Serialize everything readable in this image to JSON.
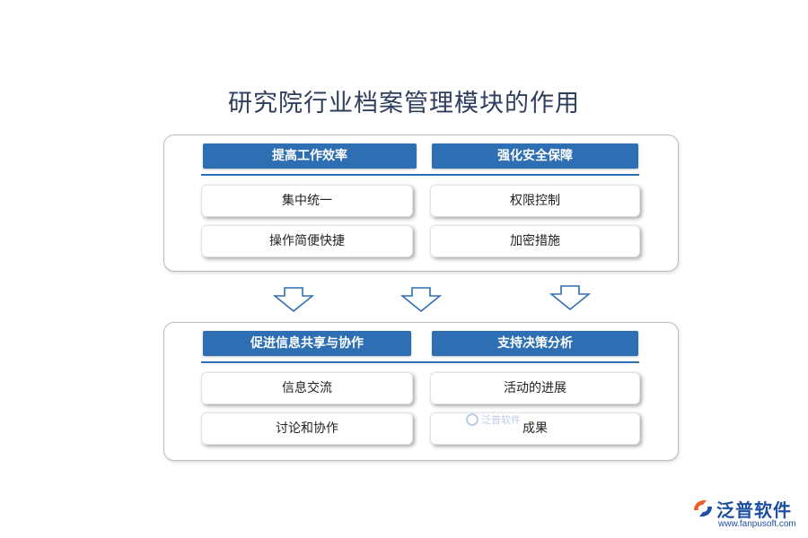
{
  "title": "研究院行业档案管理模块的作用",
  "top_panel": {
    "left": {
      "header": "提高工作效率",
      "items": [
        "集中统一",
        "操作简便快捷"
      ]
    },
    "right": {
      "header": "强化安全保障",
      "items": [
        "权限控制",
        "加密措施"
      ]
    }
  },
  "bottom_panel": {
    "left": {
      "header": "促进信息共享与协作",
      "items": [
        "信息交流",
        "讨论和协作"
      ]
    },
    "right": {
      "header": "支持决策分析",
      "items": [
        "活动的进展",
        "成果"
      ]
    }
  },
  "logo": {
    "name": "泛普软件",
    "url": "www.fanpusoft.com"
  },
  "watermark": {
    "text": "泛普软件"
  },
  "colors": {
    "accent": "#2e6eb3",
    "title": "#2f3e5c",
    "logo": "#1d4fa3"
  }
}
